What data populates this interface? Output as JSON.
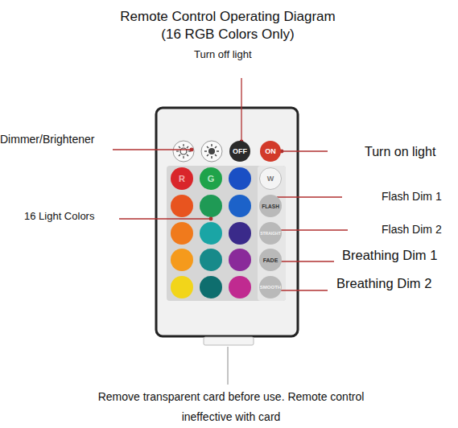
{
  "diagram": {
    "title": "Remote Control Operating Diagram (16 RGB Colors Only)",
    "caption": "Remove transparent card before use. Remote control ineffective with card",
    "nodes": [
      {
        "text": [
          "OFF"
        ]
      },
      {
        "text": [
          "ON"
        ]
      },
      {
        "text": [
          "R"
        ]
      },
      {
        "text": [
          "G"
        ]
      },
      {
        "text": [
          "W"
        ]
      },
      {
        "text": [
          "FLASH"
        ]
      },
      {
        "text": [
          "STRAIGHT"
        ]
      },
      {
        "text": [
          "FADE"
        ]
      },
      {
        "text": [
          "SMOOTH"
        ]
      }
    ],
    "labels": [
      "Turn off light",
      "Dimmer/Brightener",
      "Turn on light",
      "16 Light Colors",
      "Flash Dim 1",
      "Flash Dim 2",
      "Breathing Dim 1",
      "Breathing Dim 2"
    ]
  }
}
